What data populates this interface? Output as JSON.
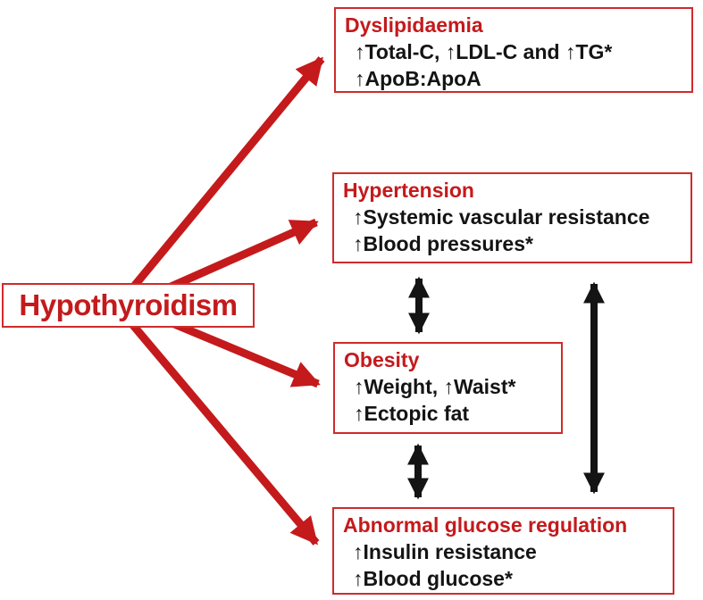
{
  "diagram": {
    "source_box": {
      "title": "Hypothyroidism"
    },
    "boxes": [
      {
        "id": "dyslipidaemia",
        "title": "Dyslipidaemia",
        "lines": [
          "↑Total-C, ↑LDL-C and ↑TG*",
          "↑ApoB:ApoA"
        ]
      },
      {
        "id": "hypertension",
        "title": "Hypertension",
        "lines": [
          "↑Systemic vascular resistance",
          "↑Blood pressures*"
        ]
      },
      {
        "id": "obesity",
        "title": "Obesity",
        "lines": [
          "↑Weight, ↑Waist*",
          "↑Ectopic fat"
        ]
      },
      {
        "id": "abnormal-glucose-regulation",
        "title": "Abnormal glucose regulation",
        "lines": [
          "↑Insulin resistance",
          "↑Blood glucose*"
        ]
      }
    ],
    "relations": {
      "causal_arrows": [
        "hypothyroidism → dyslipidaemia",
        "hypothyroidism → hypertension",
        "hypothyroidism → obesity",
        "hypothyroidism → abnormal-glucose-regulation"
      ],
      "bidirectional_arrows": [
        "hypertension ↔ obesity",
        "obesity ↔ abnormal-glucose-regulation",
        "hypertension ↔ abnormal-glucose-regulation"
      ]
    },
    "colors": {
      "red_accent": "#c41a1c",
      "box_border": "#cf2b2b",
      "black_text": "#141414",
      "background": "#ffffff"
    }
  }
}
